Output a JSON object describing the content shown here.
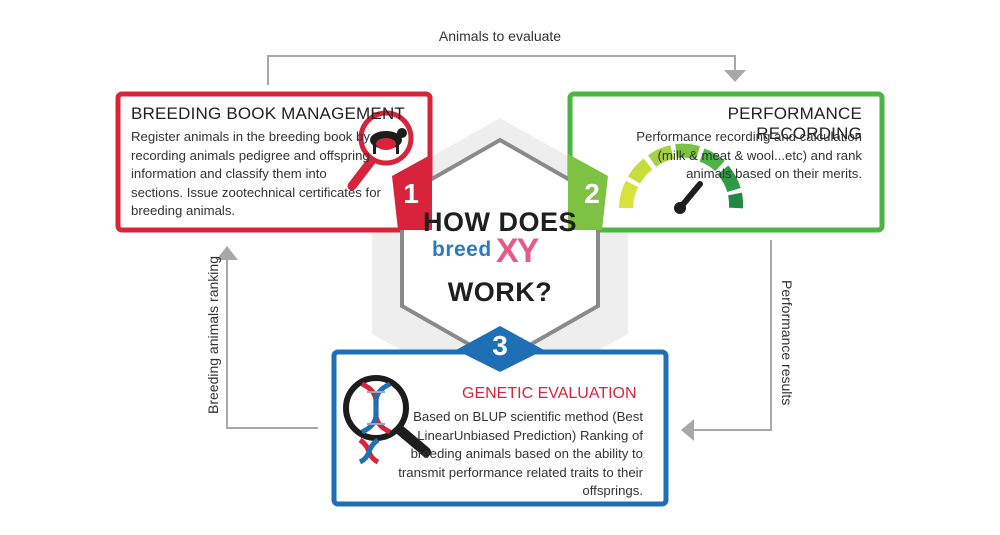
{
  "flows": {
    "top": "Animals to evaluate",
    "left": "Breeding animals ranking",
    "right": "Performance results"
  },
  "center": {
    "line1": "HOW DOES",
    "brand_word": "breed",
    "brand_letters": "XY",
    "line2": "WORK?"
  },
  "boxes": {
    "breeding_book": {
      "number": "1",
      "title": "BREEDING BOOK MANAGEMENT",
      "body": "Register animals in the breeding book by recording animals pedigree and offspring information and classify them into sections. Issue zootechnical certificates for breeding animals."
    },
    "performance": {
      "number": "2",
      "title": "PERFORMANCE RECORDING",
      "body": "Performance recording and calculation (milk & meat & wool...etc) and rank animals based on their merits."
    },
    "genetic": {
      "number": "3",
      "title": "GENETIC EVALUATION",
      "body": "Based on BLUP scientific method (Best LinearUnbiased Prediction) Ranking of breeding animals based on the ability to transmit performance related traits to their offsprings."
    }
  },
  "icons": {
    "box1": "magnifier-cattle-icon",
    "box2": "gauge-icon",
    "box3": "magnifier-dna-icon"
  },
  "colors": {
    "red": "#d8243a",
    "green": "#4bb543",
    "blue": "#1f6fb5",
    "gray": "#9a9a9a"
  }
}
